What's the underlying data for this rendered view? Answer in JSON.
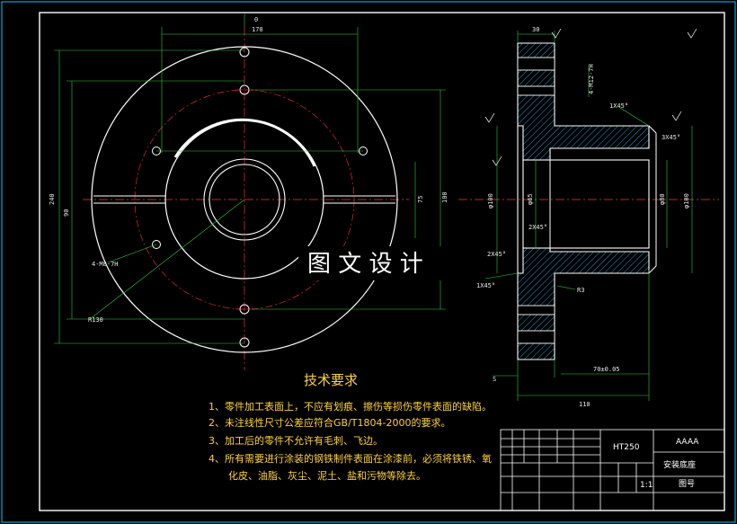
{
  "colors": {
    "background": "#000000",
    "outline": "#ffffff",
    "dimension": "#2ecc40",
    "centerline": "#ff3030",
    "hatch": "#22c4ff",
    "notes": "#ffd23c",
    "frame_outer": "#00c8ff"
  },
  "watermark": "图 文 设 计",
  "front_view": {
    "labels": {
      "dia_170": "170",
      "dia_240": "240",
      "dia_90": "90",
      "dim_75": "75",
      "dim_100": "100",
      "holes": "4-M8-7H",
      "radius": "R130",
      "top_mark": "0"
    }
  },
  "section_view": {
    "labels": {
      "width_30": "30",
      "thread": "4-M12-7H",
      "chamfer_1": "1X45°",
      "chamfer_2": "3X45°",
      "chamfer_3": "2X45°",
      "chamfer_4": "2X45°",
      "chamfer_5": "1X45°",
      "dia_left": "φ100",
      "dia_65": "φ65",
      "dia_80": "φ80",
      "dia_right": "φ100",
      "radius_r3": "R3",
      "len_70": "70±0.05",
      "len_110": "110",
      "mark_s": "S"
    }
  },
  "technical_requirements": {
    "title": "技术要求",
    "items": [
      "1、零件加工表面上，不应有划痕、擦伤等损伤零件表面的缺陷。",
      "2、未注线性尺寸公差应符合GB/T1804-2000的要求。",
      "3、加工后的零件不允许有毛刺、飞边。",
      "4、所有需要进行涂装的钢铁制件表面在涂漆前，必须将铁锈、氧",
      "化皮、油脂、灰尘、泥土、盐和污物等除去。"
    ]
  },
  "title_block": {
    "material": "HT250",
    "company": "AAAA",
    "part_name": "安装底座",
    "drawing_no_label": "图号",
    "scale": "1:1"
  }
}
